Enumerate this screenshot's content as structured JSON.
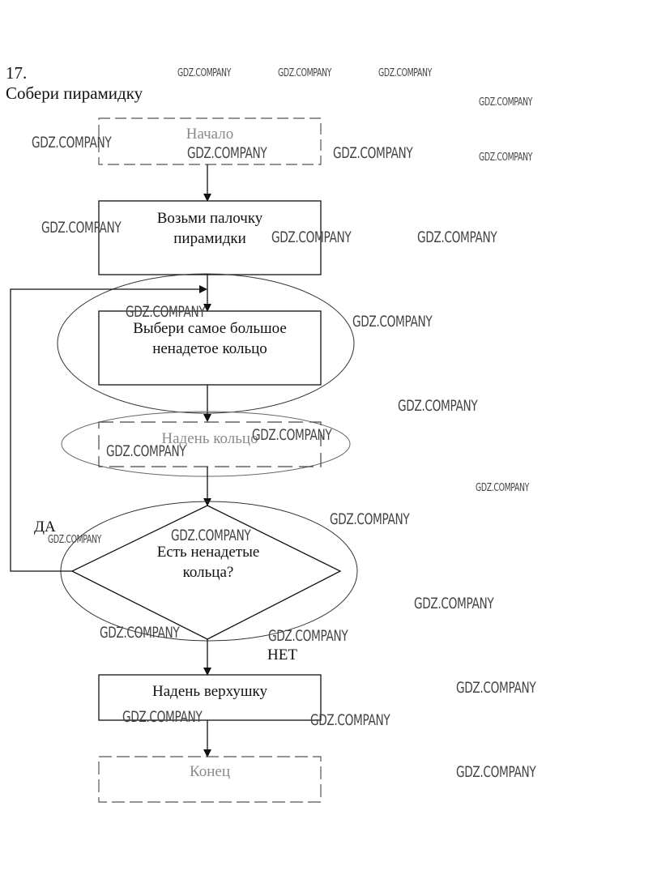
{
  "header": {
    "task_number": "17.",
    "task_title": "Собери пирамидку"
  },
  "flowchart": {
    "start": "Начало",
    "step_take_stick": "Возьми палочку пирамидки",
    "step_take_stick_line1": "Возьми палочку",
    "step_take_stick_line2": "пирамидки",
    "step_choose_ring_line1": "Выбери самое  большое",
    "step_choose_ring_line2": "ненадетое кольцо",
    "step_put_ring": "Надень кольцо",
    "decision_line1": "Есть ненадетые",
    "decision_line2": "кольца?",
    "yes_label": "ДА",
    "no_label": "НЕТ",
    "step_put_top": "Надень верхушку",
    "end": "Конец"
  },
  "watermark": "GDZ.COMPANY"
}
